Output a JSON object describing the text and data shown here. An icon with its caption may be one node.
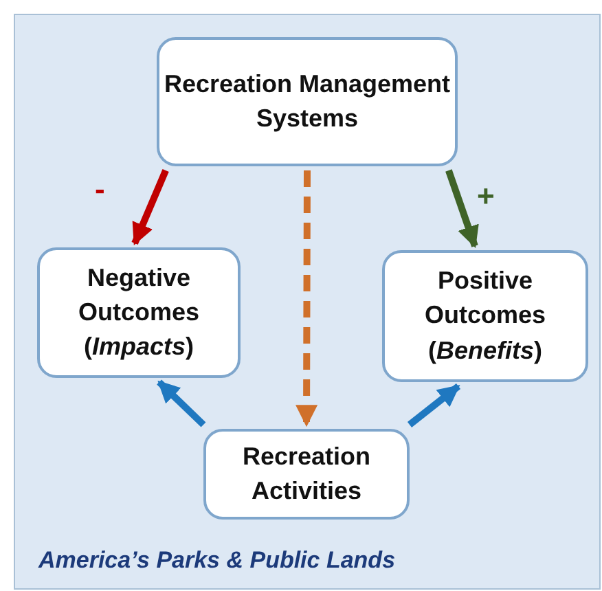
{
  "diagram": {
    "caption": "America’s Parks & Public Lands",
    "nodes": [
      {
        "text": [
          "Recreation Management Systems"
        ]
      },
      {
        "text": [
          "Negative Outcomes (*Impacts*)"
        ]
      },
      {
        "text": [
          "Positive Outcomes (*Benefits*)"
        ]
      },
      {
        "text": [
          "Recreation Activities"
        ]
      }
    ],
    "edges": [
      {
        "from": 0,
        "to": 1,
        "arrow": "to",
        "label": "-",
        "color": "#c00000"
      },
      {
        "from": 0,
        "to": 3,
        "arrow": "to",
        "style": "dashed",
        "color": "#d0702a"
      },
      {
        "from": 0,
        "to": 2,
        "arrow": "to",
        "label": "+",
        "color": "#3f6328"
      },
      {
        "from": 3,
        "to": 1,
        "arrow": "to"
      },
      {
        "from": 3,
        "to": 2,
        "arrow": "to"
      }
    ]
  }
}
